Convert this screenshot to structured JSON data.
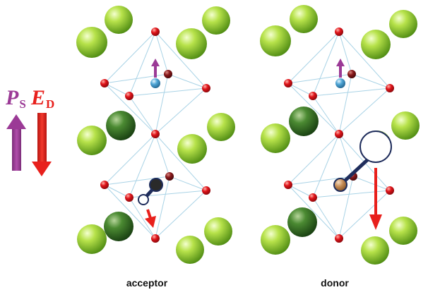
{
  "legend": {
    "ps": {
      "symbol": "P",
      "subscript": "S",
      "color": "#9b3a96"
    },
    "ed": {
      "symbol": "E",
      "subscript": "D",
      "color": "#e8201c"
    }
  },
  "panels": [
    {
      "id": "acceptor",
      "caption": "acceptor"
    },
    {
      "id": "donor",
      "caption": "donor"
    }
  ],
  "colors": {
    "green_light": "#8dcc22",
    "green_dark": "#2f6e1c",
    "oxygen": "#d8141c",
    "octahedron_edge": "#a9d3e6",
    "b_site": "#4fa6d6",
    "dopant": "#c48a52",
    "defect_link": "#1f2d5c",
    "polarization": "#9b3a96",
    "dipole_field": "#e8201c"
  }
}
